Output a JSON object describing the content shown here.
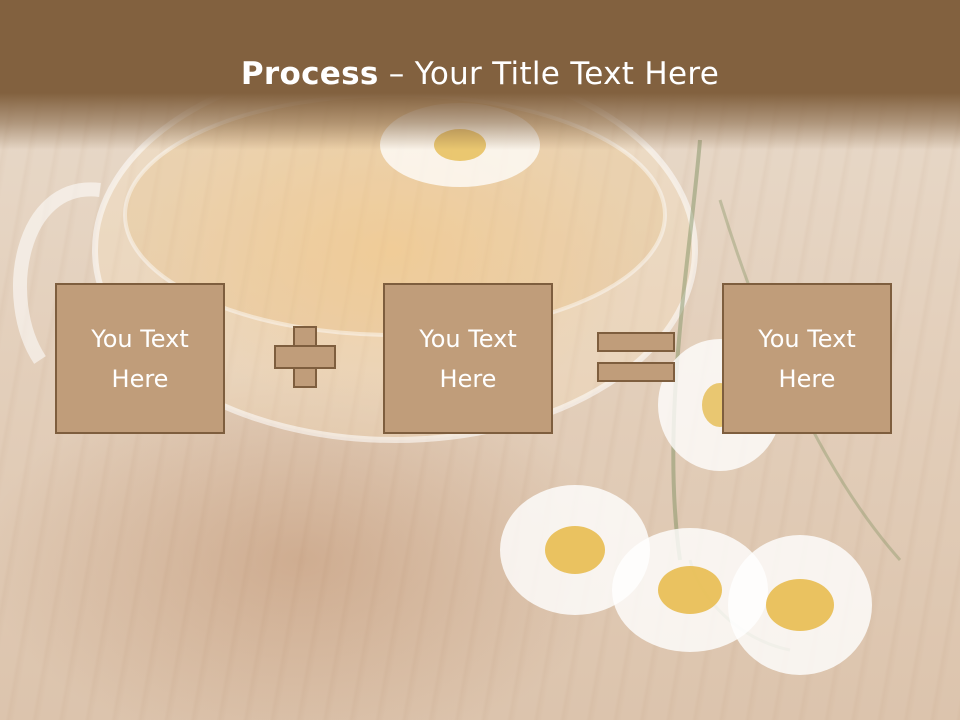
{
  "slide": {
    "title_bold": "Process",
    "title_rest": " – Your Title Text Here"
  },
  "boxes": [
    {
      "label": "You Text Here"
    },
    {
      "label": "You Text Here"
    },
    {
      "label": "You Text Here"
    }
  ],
  "operators": [
    "plus-icon",
    "equals-icon"
  ],
  "colors": {
    "header": "#82613f",
    "box_fill": "#c09d7a",
    "box_border": "#7e5e3e",
    "text": "#ffffff"
  }
}
